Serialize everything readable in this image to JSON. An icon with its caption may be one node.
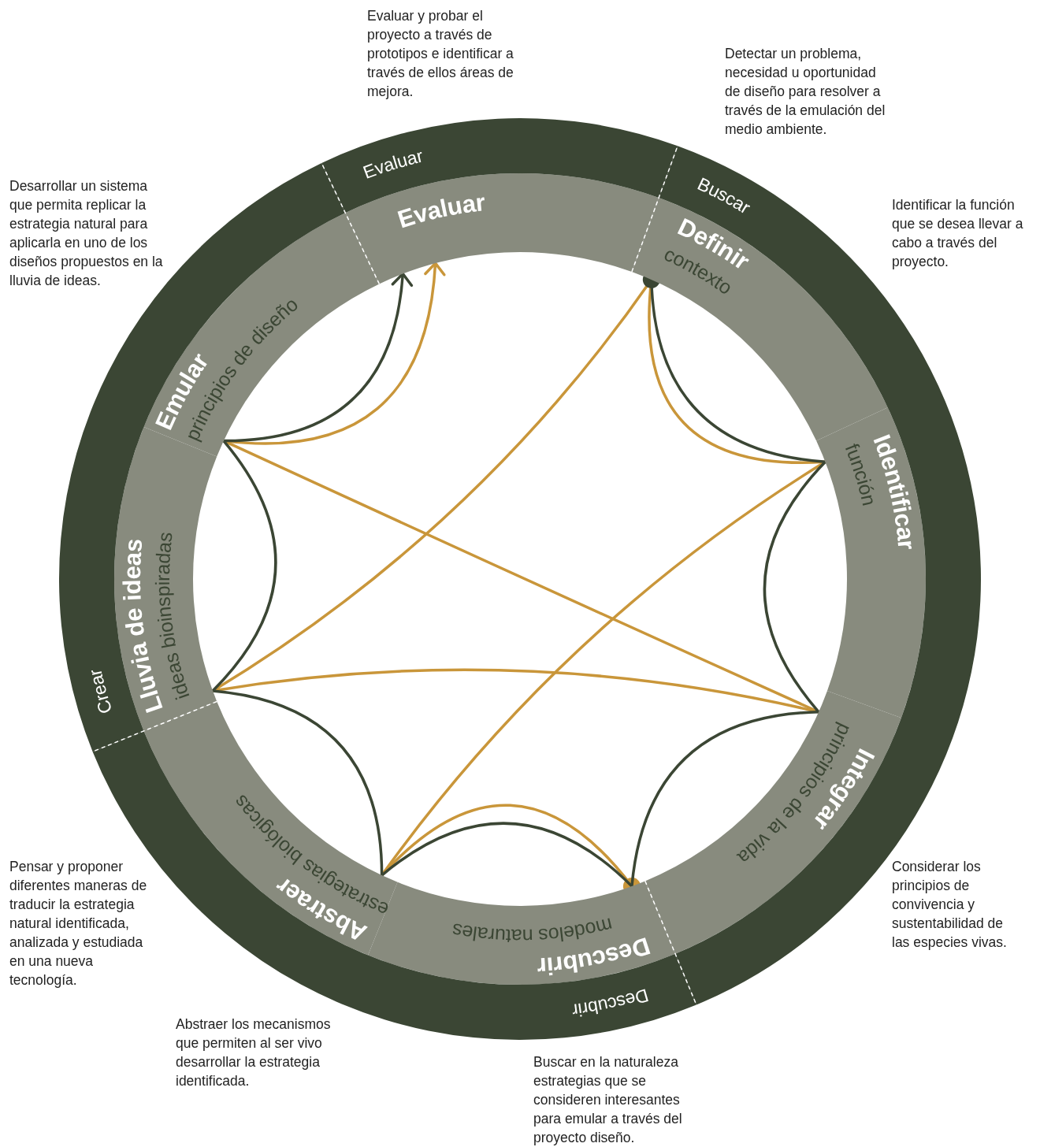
{
  "diagram": {
    "nodes": [
      {
        "text": [
          "Evaluar"
        ]
      },
      {
        "text": [
          "Definir",
          "contexto"
        ]
      },
      {
        "text": [
          "función",
          "Identificar"
        ]
      },
      {
        "text": [
          "Integrar",
          "principios de la vida"
        ]
      },
      {
        "text": [
          "modelos naturales",
          "Descubrir"
        ]
      },
      {
        "text": [
          "Abstraer",
          "estrategias biológicas"
        ]
      },
      {
        "text": [
          "Lluvia de ideas",
          "ideas bioinspiradas"
        ]
      },
      {
        "text": [
          "Emular",
          "principios de diseño"
        ]
      },
      {
        "text": [
          "Evaluar"
        ]
      },
      {
        "text": [
          "Buscar"
        ]
      },
      {
        "text": [
          "Descubrir"
        ]
      },
      {
        "text": [
          "Crear"
        ]
      }
    ],
    "edges": [
      {
        "from": 1,
        "to": 2,
        "arrow": "other",
        "color": "#3b4634"
      },
      {
        "from": 2,
        "to": 3,
        "arrow": "none",
        "color": "#3b4634"
      },
      {
        "from": 3,
        "to": 4,
        "arrow": "none",
        "color": "#3b4634"
      },
      {
        "from": 4,
        "to": 5,
        "arrow": "none",
        "color": "#3b4634"
      },
      {
        "from": 5,
        "to": 6,
        "arrow": "none",
        "color": "#3b4634"
      },
      {
        "from": 6,
        "to": 7,
        "arrow": "none",
        "color": "#3b4634"
      },
      {
        "from": 7,
        "to": 0,
        "arrow": "to",
        "color": "#3b4634"
      },
      {
        "from": 4,
        "to": 5,
        "arrow": "other",
        "color": "#c9963a"
      },
      {
        "from": 5,
        "to": 2,
        "arrow": "none",
        "color": "#c9963a"
      },
      {
        "from": 2,
        "to": 1,
        "arrow": "none",
        "color": "#c9963a"
      },
      {
        "from": 1,
        "to": 6,
        "arrow": "none",
        "color": "#c9963a"
      },
      {
        "from": 6,
        "to": 3,
        "arrow": "none",
        "color": "#c9963a"
      },
      {
        "from": 3,
        "to": 7,
        "arrow": "none",
        "color": "#c9963a"
      },
      {
        "from": 7,
        "to": 0,
        "arrow": "to",
        "color": "#c9963a"
      }
    ],
    "labels": [
      "Evaluar y probar el proyecto a través de prototipos e identificar a través de ellos áreas de mejora.",
      "Detectar un problema, necesidad u oportunidad de diseño para resolver a través de la emulación del medio ambiente.",
      "Desarrollar un sistema que permita replicar la estrategia natural para aplicarla en uno de los diseños propuestos en la lluvia de ideas.",
      "Identificar la función que se desea llevar a cabo a través del proyecto.",
      "Pensar y proponer diferentes maneras de traducir la estrategia natural identificada, analizada y estudiada en una nueva tecnología.",
      "Considerar los principios de convivencia y sustentabilidad de las especies vivas.",
      "Abstraer los mecanismos que permiten al ser vivo desarrollar la estrategia identificada.",
      "Buscar en la naturaleza estrategias que se consideren interesantes para emular a través del proyecto diseño."
    ]
  }
}
